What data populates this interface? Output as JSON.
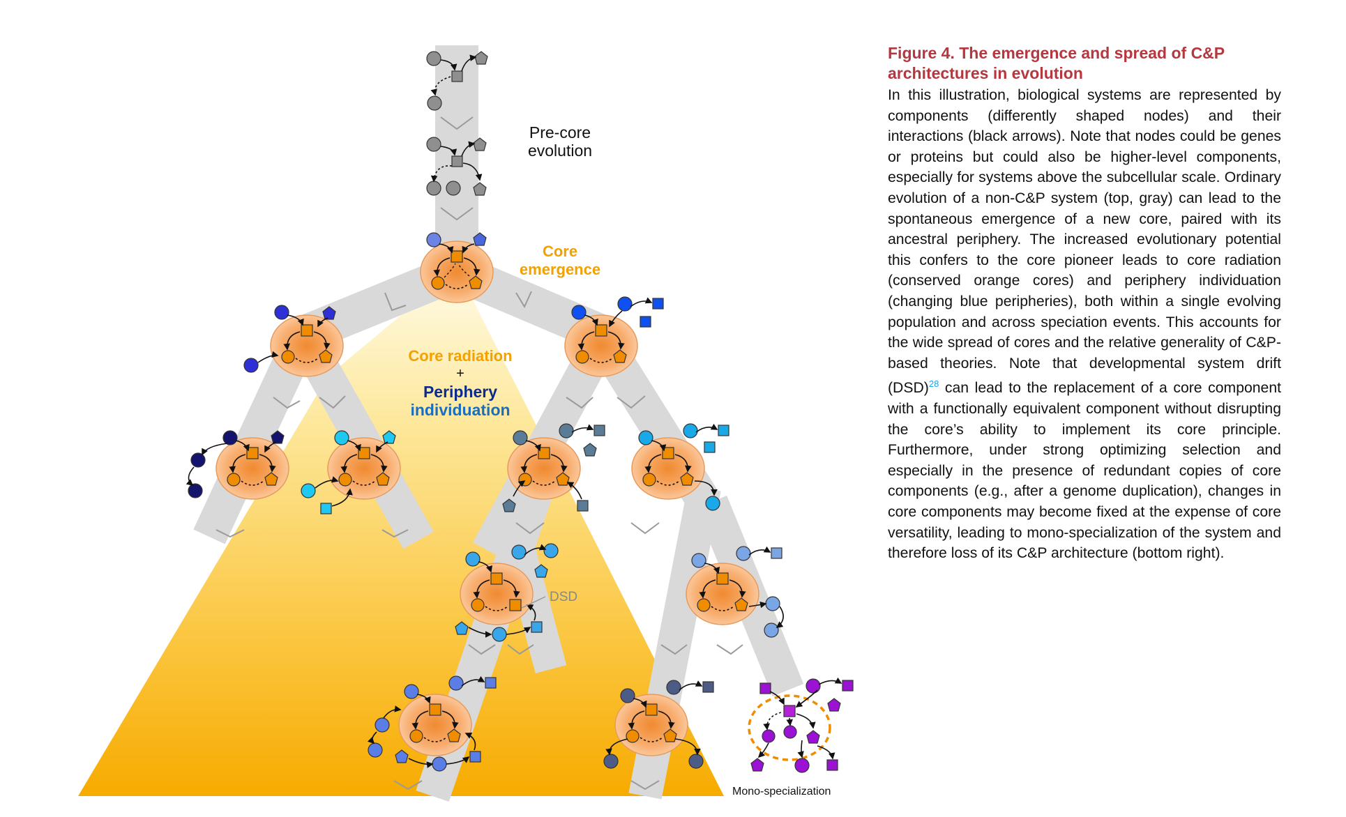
{
  "figure": {
    "labels": {
      "precore_1": "Pre-core",
      "precore_2": "evolution",
      "core_emergence_1": "Core",
      "core_emergence_2": "emergence",
      "core_radiation": "Core radiation",
      "plus": "+",
      "periphery": "Periphery",
      "individuation": "individuation",
      "dsd": "DSD",
      "mono": "Mono-specialization"
    },
    "colors": {
      "core_orange": "#f08c00",
      "core_blob": "#f9b77c",
      "branch_gray": "#d9d9d9",
      "precore_gray": "#8f8f8f",
      "periphery_blues": [
        "#2f2fd6",
        "#0f50f0",
        "#14146e",
        "#1ec8f0",
        "#5a7c96",
        "#3aa6ea",
        "#5b7ee6",
        "#4d5c86"
      ],
      "mono_purple": "#9b12d4",
      "label_orange": "#f2a100",
      "label_navy": "#0c2c8c",
      "label_cyan": "#1ab0d8"
    }
  },
  "caption": {
    "title": "Figure 4.  The emergence and spread of C&P architectures in evolution",
    "body_before_ref": "In this illustration, biological systems are represented by components (differently shaped nodes) and their interactions (black arrows). Note that nodes could be genes or proteins but could also be higher-level components, especially for systems above the subcellular scale. Ordinary evolution of a non-C&P system (top, gray) can lead to the spontaneous emergence of a new core, paired with its ancestral periphery. The increased evolutionary potential this confers to the core pioneer leads to core radiation (conserved orange cores) and periphery individuation (changing blue peripheries), both within a single evolving population and across speciation events. This accounts for the wide spread of cores and the relative generality of C&P-based theories. Note that developmental system drift (DSD)",
    "ref": "28",
    "body_after_ref": " can lead to the replacement of a core component with a functionally equivalent component without disrupting the core’s ability to implement its core principle. Furthermore, under strong optimizing selection and especially in the presence of redundant copies of core components (e.g., after a genome duplication), changes in core components may become fixed at the expense of core versatility, leading to mono-specialization of the system and therefore loss of its C&P architecture (bottom right)."
  }
}
